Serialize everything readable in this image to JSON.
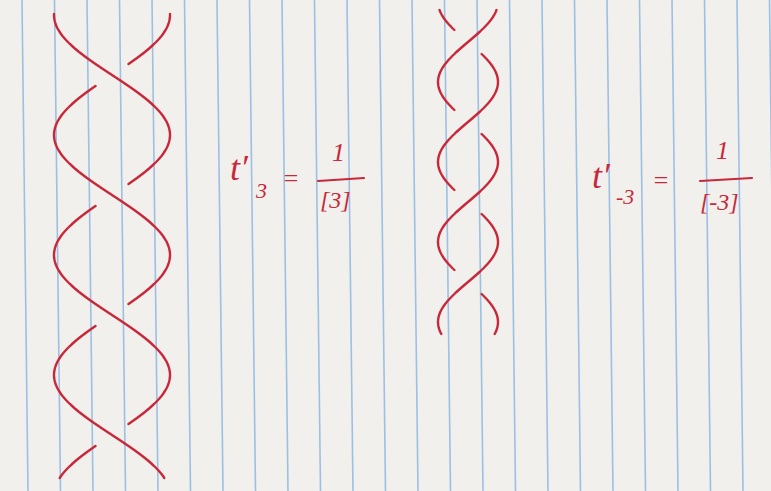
{
  "diagram": {
    "labels": [
      "t′",
      "3",
      "=",
      "1",
      "[3]",
      "t′",
      "-3",
      "=",
      "1",
      "[-3]"
    ]
  }
}
